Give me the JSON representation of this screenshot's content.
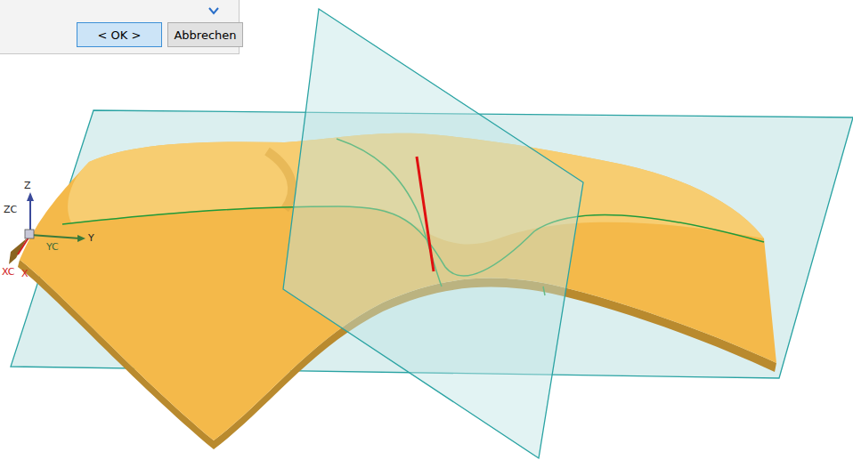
{
  "diagram": {
    "nodes": [
      {
        "text": [
          "< OK >"
        ]
      },
      {
        "text": [
          "Abbrechen"
        ]
      }
    ],
    "labels": [
      "Z",
      "ZC",
      "Y",
      "YC",
      "XC",
      "X"
    ]
  }
}
